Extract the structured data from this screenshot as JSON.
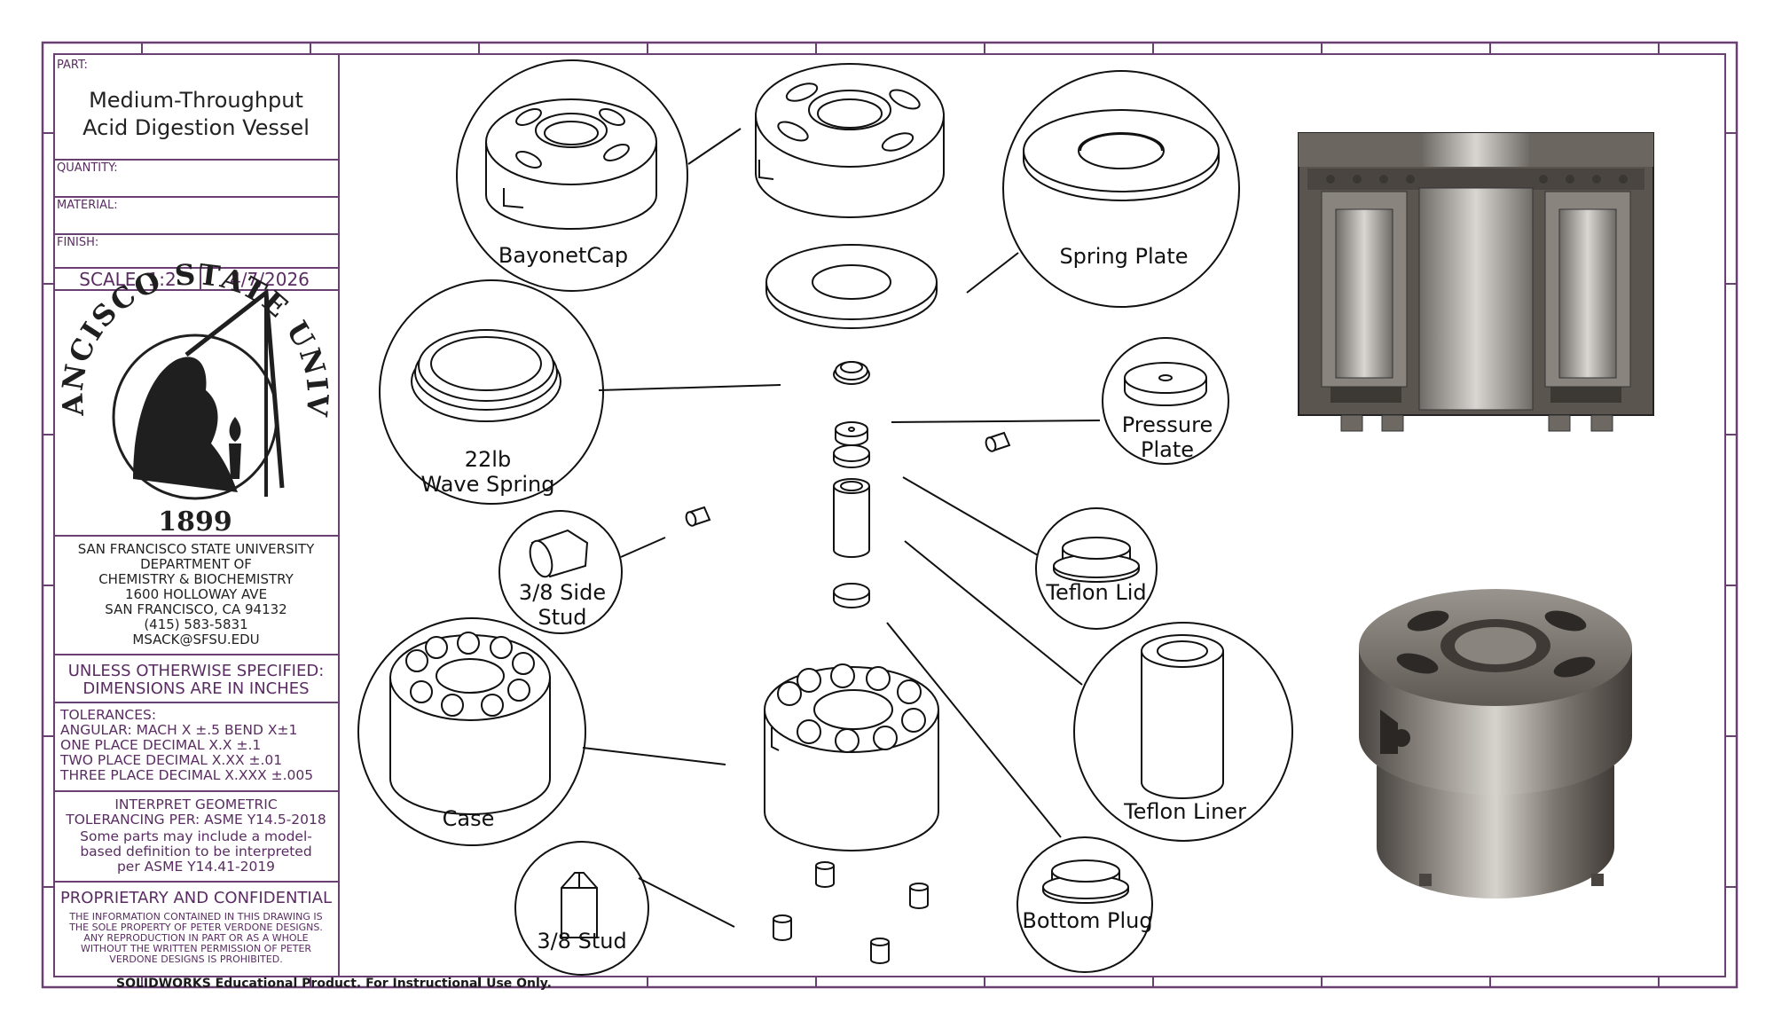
{
  "title_block": {
    "part_label": "PART:",
    "part_name_line1": "Medium-Throughput",
    "part_name_line2": "Acid Digestion Vessel",
    "quantity_label": "QUANTITY:",
    "material_label": "MATERIAL:",
    "finish_label": "FINISH:",
    "scale": "SCALE: 1:2",
    "date": "4/7/2026",
    "seal_top": "SAN FRANCISCO STATE UNIVERSITY",
    "seal_year": "1899",
    "address": [
      "SAN FRANCISCO STATE UNIVERSITY",
      "DEPARTMENT OF",
      "CHEMISTRY & BIOCHEMISTRY",
      "1600 HOLLOWAY AVE",
      "SAN FRANCISCO, CA 94132",
      "(415) 583-5831",
      "MSACK@SFSU.EDU"
    ],
    "unless_line1": "UNLESS OTHERWISE SPECIFIED:",
    "unless_line2": "DIMENSIONS ARE IN INCHES",
    "tolerances": [
      "TOLERANCES:",
      "ANGULAR: MACH X  ±.5   BEND X±1",
      "ONE PLACE DECIMAL   X.X  ±.1",
      "TWO PLACE DECIMAL   X.XX  ±.01",
      "THREE PLACE DECIMAL   X.XXX ±.005"
    ],
    "gdt": [
      "INTERPRET GEOMETRIC",
      "TOLERANCING PER: ASME Y14.5-2018",
      "Some parts may include a model-",
      "based definition to be interpreted",
      "per ASME Y14.41-2019"
    ],
    "proprietary_title": "PROPRIETARY AND CONFIDENTIAL",
    "proprietary_text": [
      "THE INFORMATION CONTAINED IN THIS DRAWING IS",
      "THE SOLE PROPERTY OF PETER VERDONE DESIGNS.",
      "ANY  REPRODUCTION IN PART OR AS A WHOLE",
      "WITHOUT THE WRITTEN PERMISSION OF PETER",
      "VERDONE DESIGNS IS PROHIBITED."
    ]
  },
  "footer_note": "SOLIDWORKS Educational Product. For Instructional Use Only.",
  "callouts": {
    "bayonet_cap": "BayonetCap",
    "spring_plate": "Spring Plate",
    "wave_spring_line1": "22lb",
    "wave_spring_line2": "Wave Spring",
    "pressure_plate_line1": "Pressure",
    "pressure_plate_line2": "Plate",
    "side_stud_line1": "3/8 Side",
    "side_stud_line2": "Stud",
    "teflon_lid": "Teflon Lid",
    "case": "Case",
    "teflon_liner": "Teflon Liner",
    "stud": "3/8 Stud",
    "bottom_plug": "Bottom Plug"
  },
  "colors": {
    "border": "#6a3f72",
    "title_text": "#5a2d62",
    "metal_dark": "#5b5550",
    "metal_light": "#b9b4ae"
  }
}
